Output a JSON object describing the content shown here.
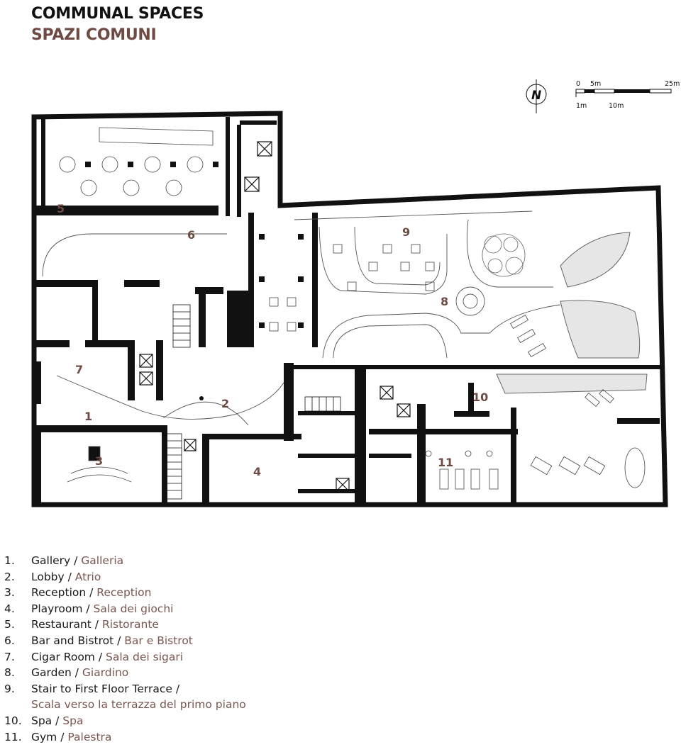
{
  "header": {
    "title_en": "COMMUNAL SPACES",
    "title_it": "SPAZI COMUNI"
  },
  "colors": {
    "title": "#111111",
    "accent_brown": "#6e4a44",
    "wall": "#111111",
    "hatch": "#e2e2e2"
  },
  "compass": {
    "label": "N",
    "icon": "north-arrow-icon"
  },
  "scale_bar": {
    "top_labels": [
      "0",
      "5m",
      "25m"
    ],
    "bottom_labels": [
      "1m",
      "10m"
    ]
  },
  "rooms": [
    {
      "label": "1"
    },
    {
      "label": "2"
    },
    {
      "label": "3"
    },
    {
      "label": "4"
    },
    {
      "label": "5"
    },
    {
      "label": "6"
    },
    {
      "label": "7"
    },
    {
      "label": "8"
    },
    {
      "label": "9"
    },
    {
      "label": "10"
    },
    {
      "label": "11"
    }
  ],
  "legend": [
    {
      "num": "1.",
      "en": "Gallery",
      "it": "Galleria"
    },
    {
      "num": "2.",
      "en": "Lobby",
      "it": "Atrio"
    },
    {
      "num": "3.",
      "en": "Reception",
      "it": "Reception"
    },
    {
      "num": "4.",
      "en": "Playroom",
      "it": "Sala dei giochi"
    },
    {
      "num": "5.",
      "en": "Restaurant",
      "it": "Ristorante"
    },
    {
      "num": "6.",
      "en": "Bar and Bistrot",
      "it": "Bar e Bistrot"
    },
    {
      "num": "7.",
      "en": "Cigar Room",
      "it": "Sala dei sigari"
    },
    {
      "num": "8.",
      "en": "Garden",
      "it": "Giardino"
    },
    {
      "num": "9.",
      "en": "Stair to First Floor Terrace",
      "it": "Scala verso la terrazza del primo piano"
    },
    {
      "num": "10.",
      "en": "Spa",
      "it": "Spa"
    },
    {
      "num": "11.",
      "en": "Gym",
      "it": "Palestra"
    }
  ]
}
